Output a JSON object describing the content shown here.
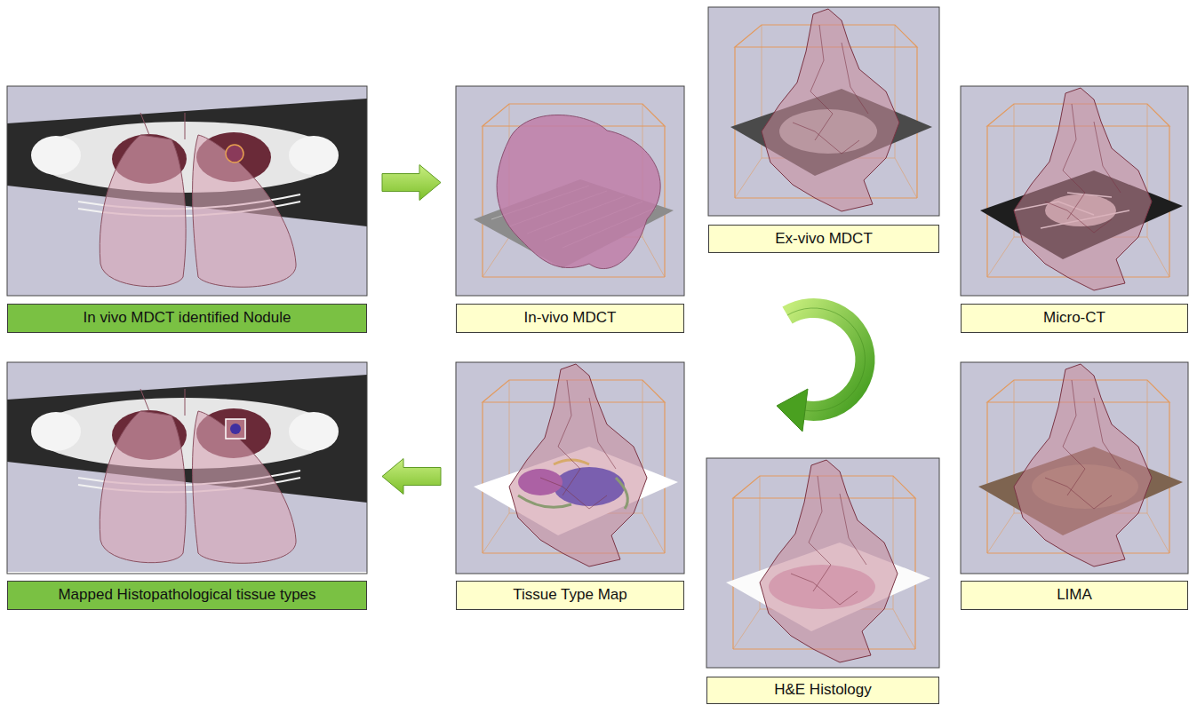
{
  "diagram": {
    "nodes": [
      {
        "text": [
          "In vivo MDCT identified Nodule"
        ]
      },
      {
        "text": [
          "In-vivo MDCT"
        ]
      },
      {
        "text": [
          "Ex-vivo MDCT"
        ]
      },
      {
        "text": [
          "Micro-CT"
        ]
      },
      {
        "text": [
          "Mapped Histopathological tissue types"
        ]
      },
      {
        "text": [
          "Tissue Type Map"
        ]
      },
      {
        "text": [
          "H&E Histology"
        ]
      },
      {
        "text": [
          "LIMA"
        ]
      }
    ],
    "edges": [
      {
        "from": 0,
        "to": 1,
        "arrow": "to"
      },
      {
        "from": 5,
        "to": 4,
        "arrow": "to"
      }
    ]
  }
}
